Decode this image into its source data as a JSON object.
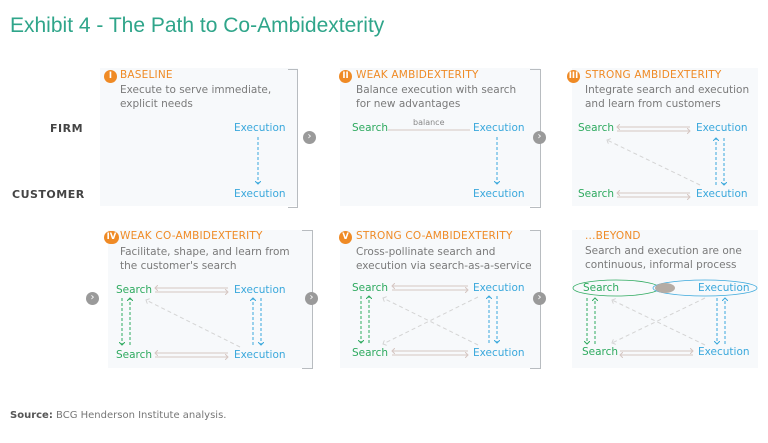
{
  "title": "Exhibit 4 - The Path to Co-Ambidexterity",
  "rows": {
    "firm": "FIRM",
    "customer": "CUSTOMER"
  },
  "panels": [
    {
      "num": "I",
      "title": "BASELINE",
      "desc": "Execute to serve immediate, explicit needs",
      "top_left": "",
      "top_right": "Execution",
      "bottom_left": "",
      "bottom_right": "Execution"
    },
    {
      "num": "II",
      "title": "WEAK AMBIDEXTERITY",
      "desc": "Balance execution with search for new advantages",
      "top_left": "Search",
      "top_right": "Execution",
      "bottom_left": "",
      "bottom_right": "Execution",
      "link_label": "balance"
    },
    {
      "num": "III",
      "title": "STRONG AMBIDEXTERITY",
      "desc": "Integrate search and execution and learn from customers",
      "top_left": "Search",
      "top_right": "Execution",
      "bottom_left": "Search",
      "bottom_right": "Execution"
    },
    {
      "num": "IV",
      "title": "WEAK CO-AMBIDEXTERITY",
      "desc": "Facilitate, shape, and learn from the customer's search",
      "top_left": "Search",
      "top_right": "Execution",
      "bottom_left": "Search",
      "bottom_right": "Execution"
    },
    {
      "num": "V",
      "title": "STRONG CO-AMBIDEXTERITY",
      "desc": "Cross-pollinate search and execution via search-as-a-service",
      "top_left": "Search",
      "top_right": "Execution",
      "bottom_left": "Search",
      "bottom_right": "Execution"
    },
    {
      "num": "",
      "title": "...BEYOND",
      "desc": "Search and execution are one continuous, informal process",
      "top_left": "Search",
      "top_right": "Execution",
      "bottom_left": "Search",
      "bottom_right": "Execution"
    }
  ],
  "source": {
    "label": "Source:",
    "text": " BCG Henderson Institute analysis."
  },
  "colors": {
    "title": "#2fa58a",
    "accent": "#ef8a25",
    "search": "#2eaa5f",
    "execution": "#3aa8dc"
  },
  "icons": {
    "nav": "chevron-right-circle-icon"
  }
}
